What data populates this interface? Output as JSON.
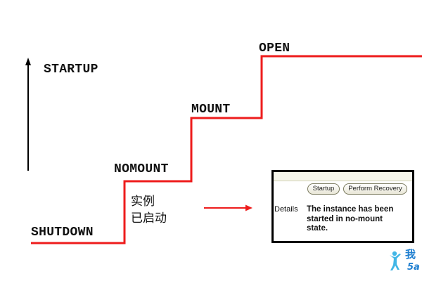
{
  "stages": {
    "startup": "STARTUP",
    "shutdown": "SHUTDOWN",
    "nomount": "NOMOUNT",
    "mount": "MOUNT",
    "open": "OPEN"
  },
  "instance_note": {
    "line1": "实例",
    "line2": "已启动"
  },
  "em_panel": {
    "startup_button": "Startup",
    "recovery_button": "Perform Recovery",
    "details_label": "Details",
    "message_lines": [
      "The instance has been",
      "started in no-mount",
      "state."
    ]
  },
  "watermark": {
    "glyph": "我",
    "text": "5a"
  },
  "icons": {
    "startup_arrow": "arrow-up-icon",
    "pointer_arrow": "arrow-right-icon",
    "watermark": "watermark-logo"
  },
  "colors": {
    "staircase": "#ee1c1c",
    "pointer_arrow": "#ee1c1c",
    "startup_arrow": "#000000",
    "watermark_figure": "#41b6e6",
    "watermark_text": "#1f7fd0"
  }
}
